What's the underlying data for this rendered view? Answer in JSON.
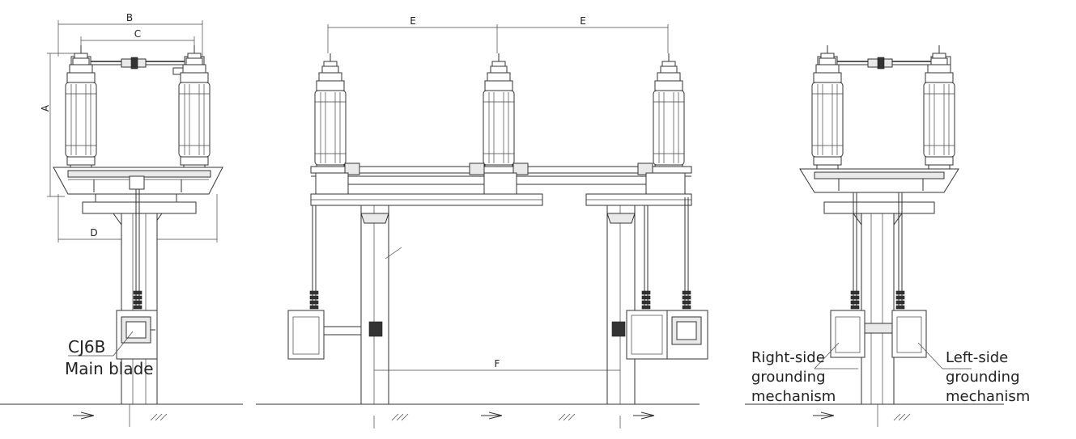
{
  "dimensions": {
    "a": "A",
    "b": "B",
    "c": "C",
    "d": "D",
    "e1": "E",
    "e2": "E",
    "f": "F"
  },
  "callouts": {
    "model": "CJ6B",
    "main_blade": "Main blade",
    "right_side": [
      "Right-side",
      "grounding",
      "mechanism"
    ],
    "left_side": [
      "Left-side",
      "grounding",
      "mechanism"
    ]
  }
}
